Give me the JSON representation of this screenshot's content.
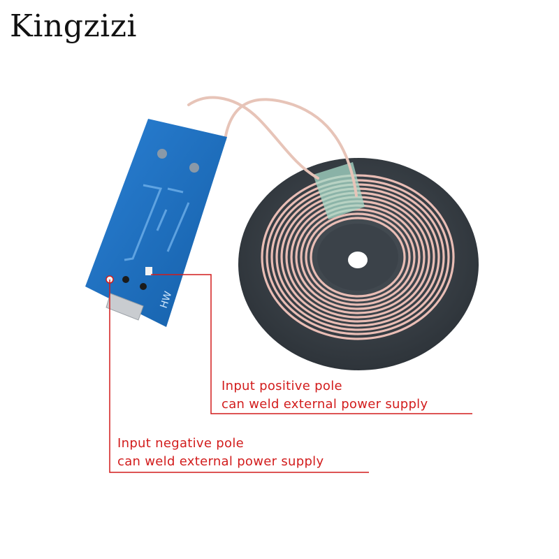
{
  "brand": {
    "name": "Kingzizi"
  },
  "board": {
    "silkscreen": "HW"
  },
  "annotations": {
    "positive": {
      "line1": "Input positive pole",
      "line2": "can weld external power supply"
    },
    "negative": {
      "line1": "Input negative pole",
      "line2": "can weld external power supply"
    }
  },
  "colors": {
    "annotation": "#d21c1c",
    "pcb": "#1d6fc0",
    "coil": "#e8b8b0",
    "disc": "#3c434a"
  }
}
